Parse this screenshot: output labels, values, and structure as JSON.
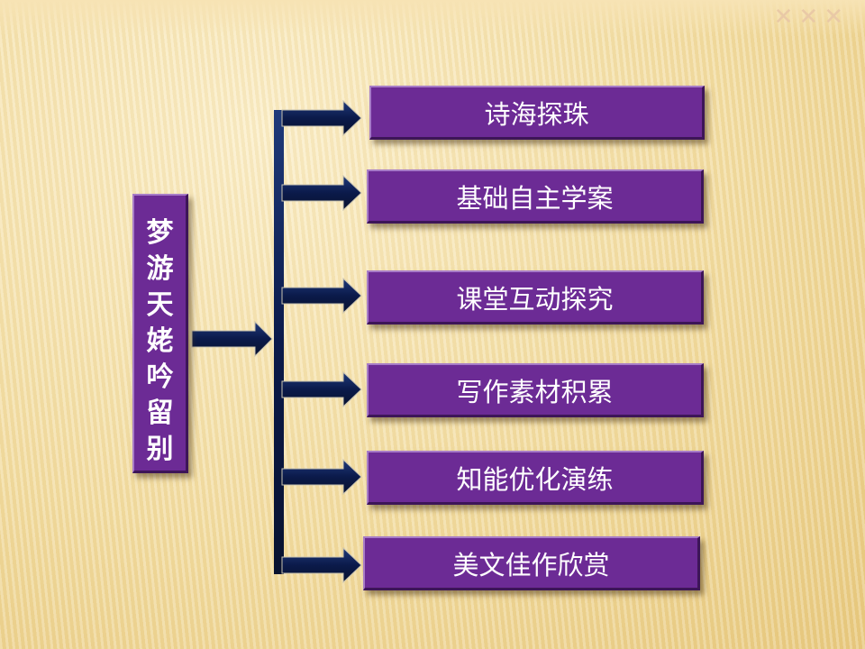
{
  "title_chars": [
    "梦",
    "游",
    "天",
    "姥",
    "吟",
    "留",
    "别"
  ],
  "items": [
    {
      "label": "诗海探珠"
    },
    {
      "label": "基础自主学案"
    },
    {
      "label": "课堂互动探究"
    },
    {
      "label": "写作素材积累"
    },
    {
      "label": "知能优化演练"
    },
    {
      "label": "美文佳作欣赏"
    }
  ],
  "deco_marks": "✕✕✕",
  "colors": {
    "box_fill": "#6c2b95",
    "arrow": "#0b1a4a",
    "text": "#ffffff"
  }
}
